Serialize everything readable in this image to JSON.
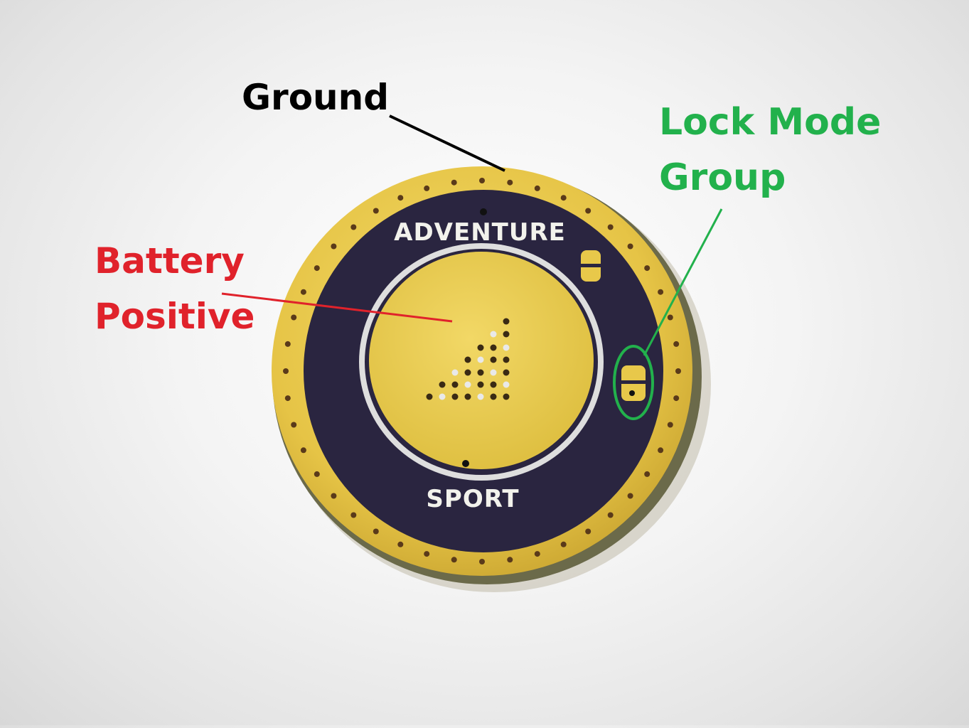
{
  "annotations": {
    "ground": {
      "text": "Ground",
      "color": "#000000"
    },
    "battery_positive": {
      "line1": "Battery",
      "line2": "Positive",
      "color": "#e0222b"
    },
    "lock_mode_group": {
      "line1": "Lock Mode",
      "line2": "Group",
      "color": "#22b14c"
    }
  },
  "board": {
    "top_text": "ADVENTURE",
    "bottom_text": "SPORT",
    "colors": {
      "gold": "#e8c84a",
      "gold_dark": "#c9a62e",
      "mask": "#2a2540",
      "ring": "#dcdcdc",
      "edge": "#6b6a4a"
    }
  }
}
